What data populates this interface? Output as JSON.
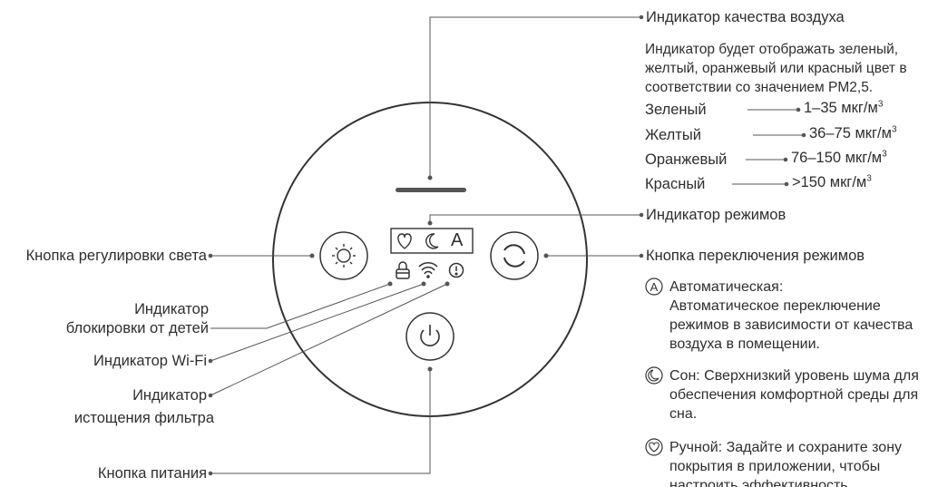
{
  "labels": {
    "air_quality_title": "Индикатор качества воздуха",
    "air_quality_desc": "Индикатор будет отображать зеленый, желтый, оранжевый или красный цвет в соответствии со значением PM2,5.",
    "levels": [
      {
        "color": "Зеленый",
        "range": "1–35 мкг/м",
        "sup": "3"
      },
      {
        "color": "Желтый",
        "range": "36–75 мкг/м",
        "sup": "3"
      },
      {
        "color": "Оранжевый",
        "range": "76–150 мкг/м",
        "sup": "3"
      },
      {
        "color": "Красный",
        "range": ">150 мкг/м",
        "sup": "3"
      }
    ],
    "mode_indicator": "Индикатор режимов",
    "mode_switch_button": "Кнопка переключения режимов",
    "modes": [
      {
        "icon": "auto-mode-icon",
        "title": "Автоматическая:",
        "text": "Автоматическое переключение режимов в зависимости от качества воздуха в помещении."
      },
      {
        "icon": "sleep-mode-icon",
        "title": "",
        "text": "Сон: Сверхнизкий уровень шума для обеспечения комфортной среды для сна."
      },
      {
        "icon": "favorite-mode-icon",
        "title": "",
        "text": "Ручной: Задайте и сохраните зону покрытия в приложении, чтобы настроить эффективность"
      }
    ],
    "light_button": "Кнопка регулировки света",
    "child_lock_line1": "Индикатор",
    "child_lock_line2": "блокировки от детей",
    "wifi_indicator": "Индикатор Wi-Fi",
    "filter_line1": "Индикатор",
    "filter_line2": "истощения фильтра",
    "power_button": "Кнопка питания"
  },
  "device": {
    "mode_letter": "A"
  },
  "colors": {
    "text": "#2e2e2e",
    "lines": "#555555"
  }
}
